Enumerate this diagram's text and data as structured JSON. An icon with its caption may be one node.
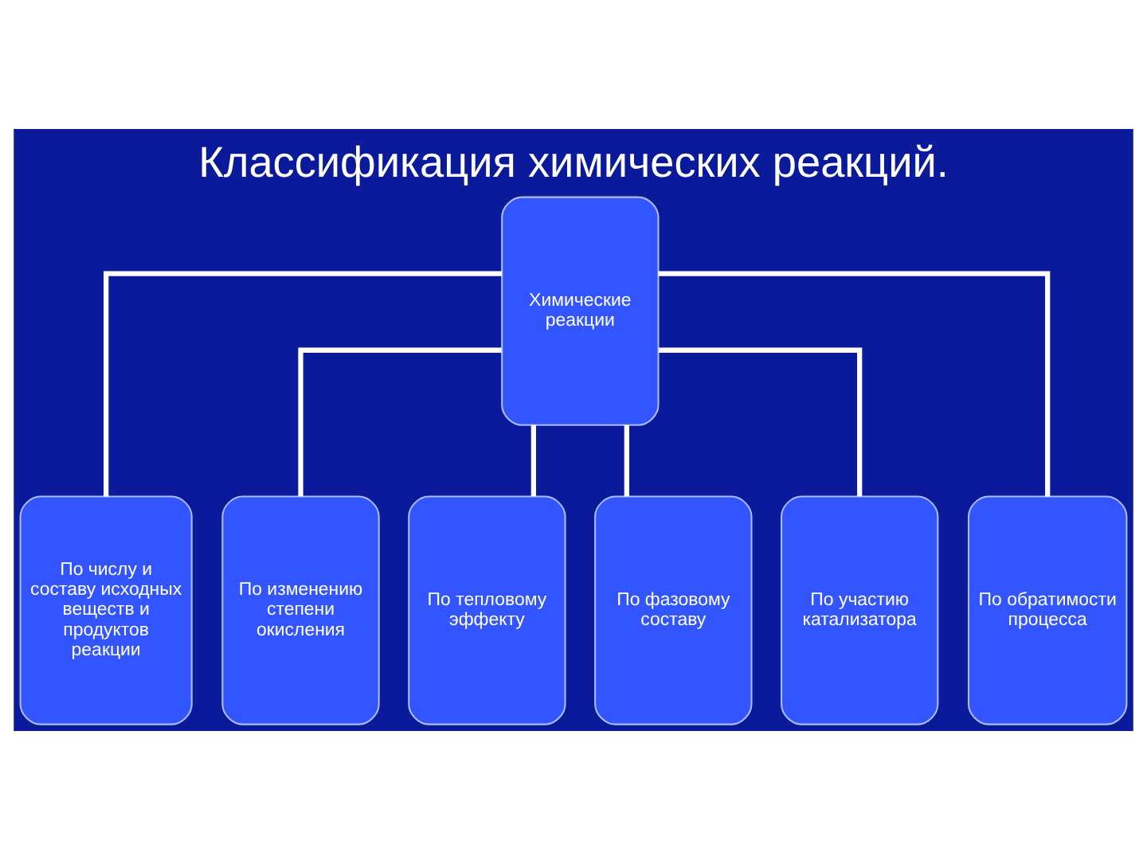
{
  "diagram": {
    "title": "Классификация химических реакций.",
    "nodes": [
      {
        "text": [
          "Химические реакции"
        ]
      },
      {
        "text": [
          "По числу и составу исходных веществ и продуктов реакции"
        ]
      },
      {
        "text": [
          "По изменению степени окисления"
        ]
      },
      {
        "text": [
          "По тепловому эффекту"
        ]
      },
      {
        "text": [
          "По фазовому составу"
        ]
      },
      {
        "text": [
          "По участию катализатора"
        ]
      },
      {
        "text": [
          "По обратимости процесса"
        ]
      }
    ],
    "edges": [
      {
        "from": 0,
        "to": 1,
        "arrow": "none"
      },
      {
        "from": 0,
        "to": 2,
        "arrow": "none"
      },
      {
        "from": 0,
        "to": 3,
        "arrow": "none"
      },
      {
        "from": 0,
        "to": 4,
        "arrow": "none"
      },
      {
        "from": 0,
        "to": 5,
        "arrow": "none"
      },
      {
        "from": 0,
        "to": 6,
        "arrow": "none"
      }
    ]
  }
}
